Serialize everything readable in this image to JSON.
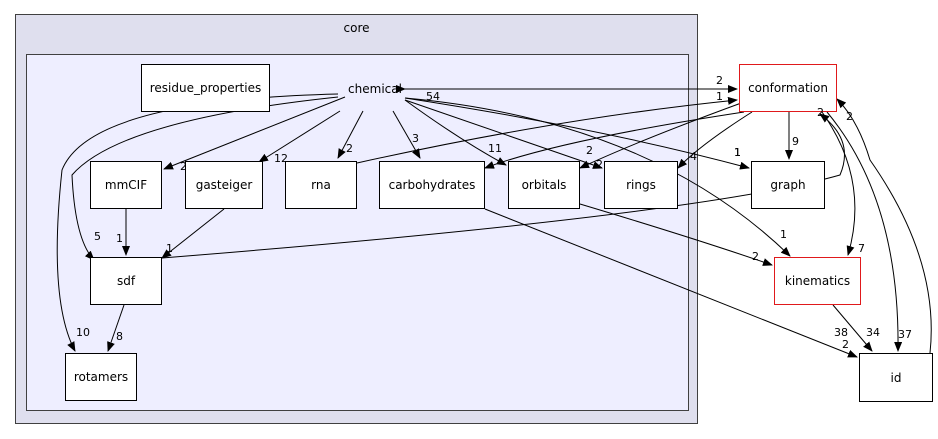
{
  "diagram": {
    "outer_cluster": {
      "title": "core"
    },
    "nodes": [
      {
        "id": "chemical",
        "label": "chemical",
        "style": "plain"
      },
      {
        "id": "residue_properties",
        "label": "residue_properties",
        "style": "box"
      },
      {
        "id": "mmCIF",
        "label": "mmCIF",
        "style": "box"
      },
      {
        "id": "gasteiger",
        "label": "gasteiger",
        "style": "box"
      },
      {
        "id": "rna",
        "label": "rna",
        "style": "box"
      },
      {
        "id": "carbohydrates",
        "label": "carbohydrates",
        "style": "box"
      },
      {
        "id": "orbitals",
        "label": "orbitals",
        "style": "box"
      },
      {
        "id": "rings",
        "label": "rings",
        "style": "box"
      },
      {
        "id": "sdf",
        "label": "sdf",
        "style": "box"
      },
      {
        "id": "rotamers",
        "label": "rotamers",
        "style": "box"
      },
      {
        "id": "conformation",
        "label": "conformation",
        "style": "external"
      },
      {
        "id": "graph",
        "label": "graph",
        "style": "box"
      },
      {
        "id": "kinematics",
        "label": "kinematics",
        "style": "external"
      },
      {
        "id": "id",
        "label": "id",
        "style": "box"
      }
    ],
    "edge_labels": [
      "54",
      "2",
      "12",
      "2",
      "3",
      "11",
      "2",
      "1",
      "2",
      "5",
      "10",
      "1",
      "1",
      "8",
      "2",
      "1",
      "2",
      "1",
      "4",
      "9",
      "1",
      "7",
      "2",
      "34",
      "2",
      "38",
      "37",
      "2"
    ],
    "colors": {
      "outer_fill": "#dfdfee",
      "inner_fill": "#eeeeff",
      "external_border": "#e0191b",
      "edge": "#000000"
    }
  }
}
